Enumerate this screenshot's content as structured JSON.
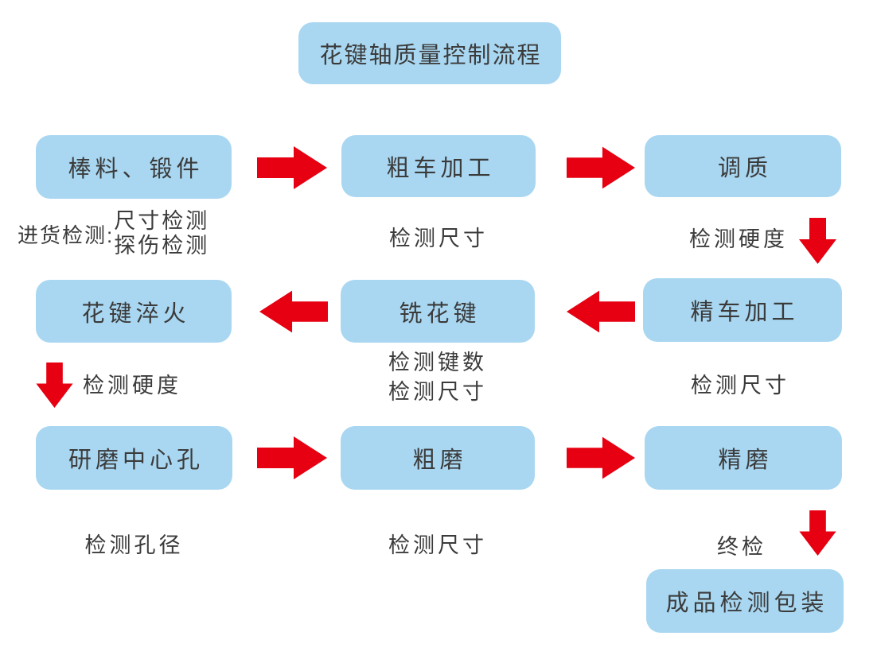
{
  "title": "花键轴质量控制流程",
  "colors": {
    "background": "#ffffff",
    "box_fill": "#a9d7f1",
    "arrow_red": "#e60012",
    "text": "#3b3b3b"
  },
  "icons": {
    "arrow_right": "➡",
    "arrow_left": "⬅",
    "arrow_down": "⬇"
  },
  "nodes": [
    {
      "id": "raw-material",
      "label": "棒料、锻件"
    },
    {
      "id": "rough-turning",
      "label": "粗车加工"
    },
    {
      "id": "tempering",
      "label": "调质"
    },
    {
      "id": "spline-quenching",
      "label": "花键淬火"
    },
    {
      "id": "spline-milling",
      "label": "铣花键"
    },
    {
      "id": "fine-turning",
      "label": "精车加工"
    },
    {
      "id": "grind-center-hole",
      "label": "研磨中心孔"
    },
    {
      "id": "rough-grinding",
      "label": "粗磨"
    },
    {
      "id": "fine-grinding",
      "label": "精磨"
    },
    {
      "id": "finished-packing",
      "label": "成品检测包装"
    }
  ],
  "annotations": {
    "incoming": {
      "label": "进货检测:",
      "items": [
        "尺寸检测",
        "探伤检测"
      ]
    },
    "after_rough_turning": "检测尺寸",
    "after_tempering": "检测硬度",
    "after_spline_quench": "检测硬度",
    "after_spline_milling": [
      "检测键数",
      "检测尺寸"
    ],
    "after_fine_turning": "检测尺寸",
    "after_grind_center_hole": "检测孔径",
    "after_rough_grinding": "检测尺寸",
    "final_inspection": "终检"
  }
}
